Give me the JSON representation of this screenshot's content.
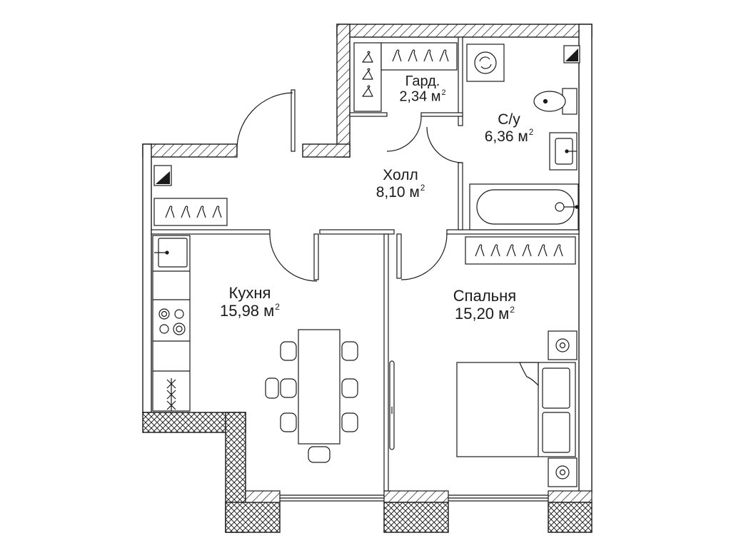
{
  "rooms": {
    "wardrobe": {
      "name": "Гард.",
      "area": "2,34 м",
      "area_sup": "2"
    },
    "bathroom": {
      "name": "С/у",
      "area": "6,36 м",
      "area_sup": "2"
    },
    "hall": {
      "name": "Холл",
      "area": "8,10 м",
      "area_sup": "2"
    },
    "kitchen": {
      "name": "Кухня",
      "area": "15,98 м",
      "area_sup": "2"
    },
    "bedroom": {
      "name": "Спальня",
      "area": "15,20 м",
      "area_sup": "2"
    }
  },
  "colors": {
    "line": "#1a1a1a",
    "background": "#ffffff"
  },
  "icons": [
    "hanger-icon",
    "washing-machine-icon",
    "toilet-icon",
    "sink-icon",
    "bathtub-icon",
    "stove-icon",
    "chair-icon",
    "tv-icon",
    "bed-icon",
    "nightstand-lamp-icon",
    "ventilation-shaft-icon"
  ]
}
